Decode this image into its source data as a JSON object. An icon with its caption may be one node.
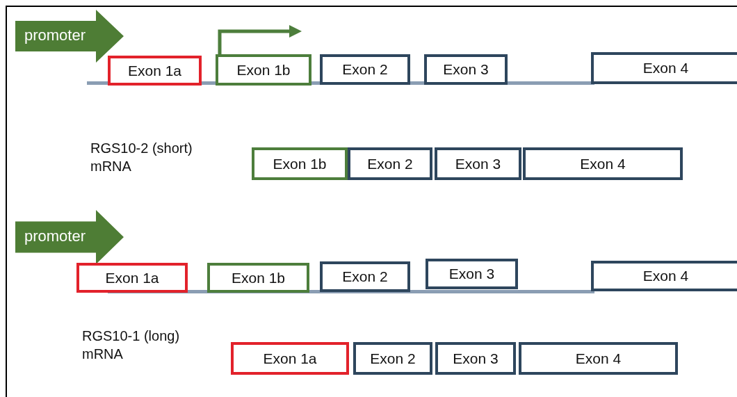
{
  "diagram": {
    "nodes": [
      {
        "text": [
          "promoter"
        ]
      },
      {
        "text": [
          "Exon 1a"
        ]
      },
      {
        "text": [
          "Exon 1b"
        ]
      },
      {
        "text": [
          "Exon 2"
        ]
      },
      {
        "text": [
          "Exon 3"
        ]
      },
      {
        "text": [
          "Exon 4"
        ]
      },
      {
        "text": [
          "Exon 1b"
        ]
      },
      {
        "text": [
          "Exon 2"
        ]
      },
      {
        "text": [
          "Exon 3"
        ]
      },
      {
        "text": [
          "Exon 4"
        ]
      },
      {
        "text": [
          "promoter"
        ]
      },
      {
        "text": [
          "Exon 1a"
        ]
      },
      {
        "text": [
          "Exon 1b"
        ]
      },
      {
        "text": [
          "Exon 2"
        ]
      },
      {
        "text": [
          "Exon 3"
        ]
      },
      {
        "text": [
          "Exon 4"
        ]
      },
      {
        "text": [
          "Exon 1a"
        ]
      },
      {
        "text": [
          "Exon 2"
        ]
      },
      {
        "text": [
          "Exon 3"
        ]
      },
      {
        "text": [
          "Exon 4"
        ]
      }
    ],
    "labels": [
      "RGS10-2 (short) mRNA",
      "RGS10-1 (long) mRNA"
    ]
  }
}
